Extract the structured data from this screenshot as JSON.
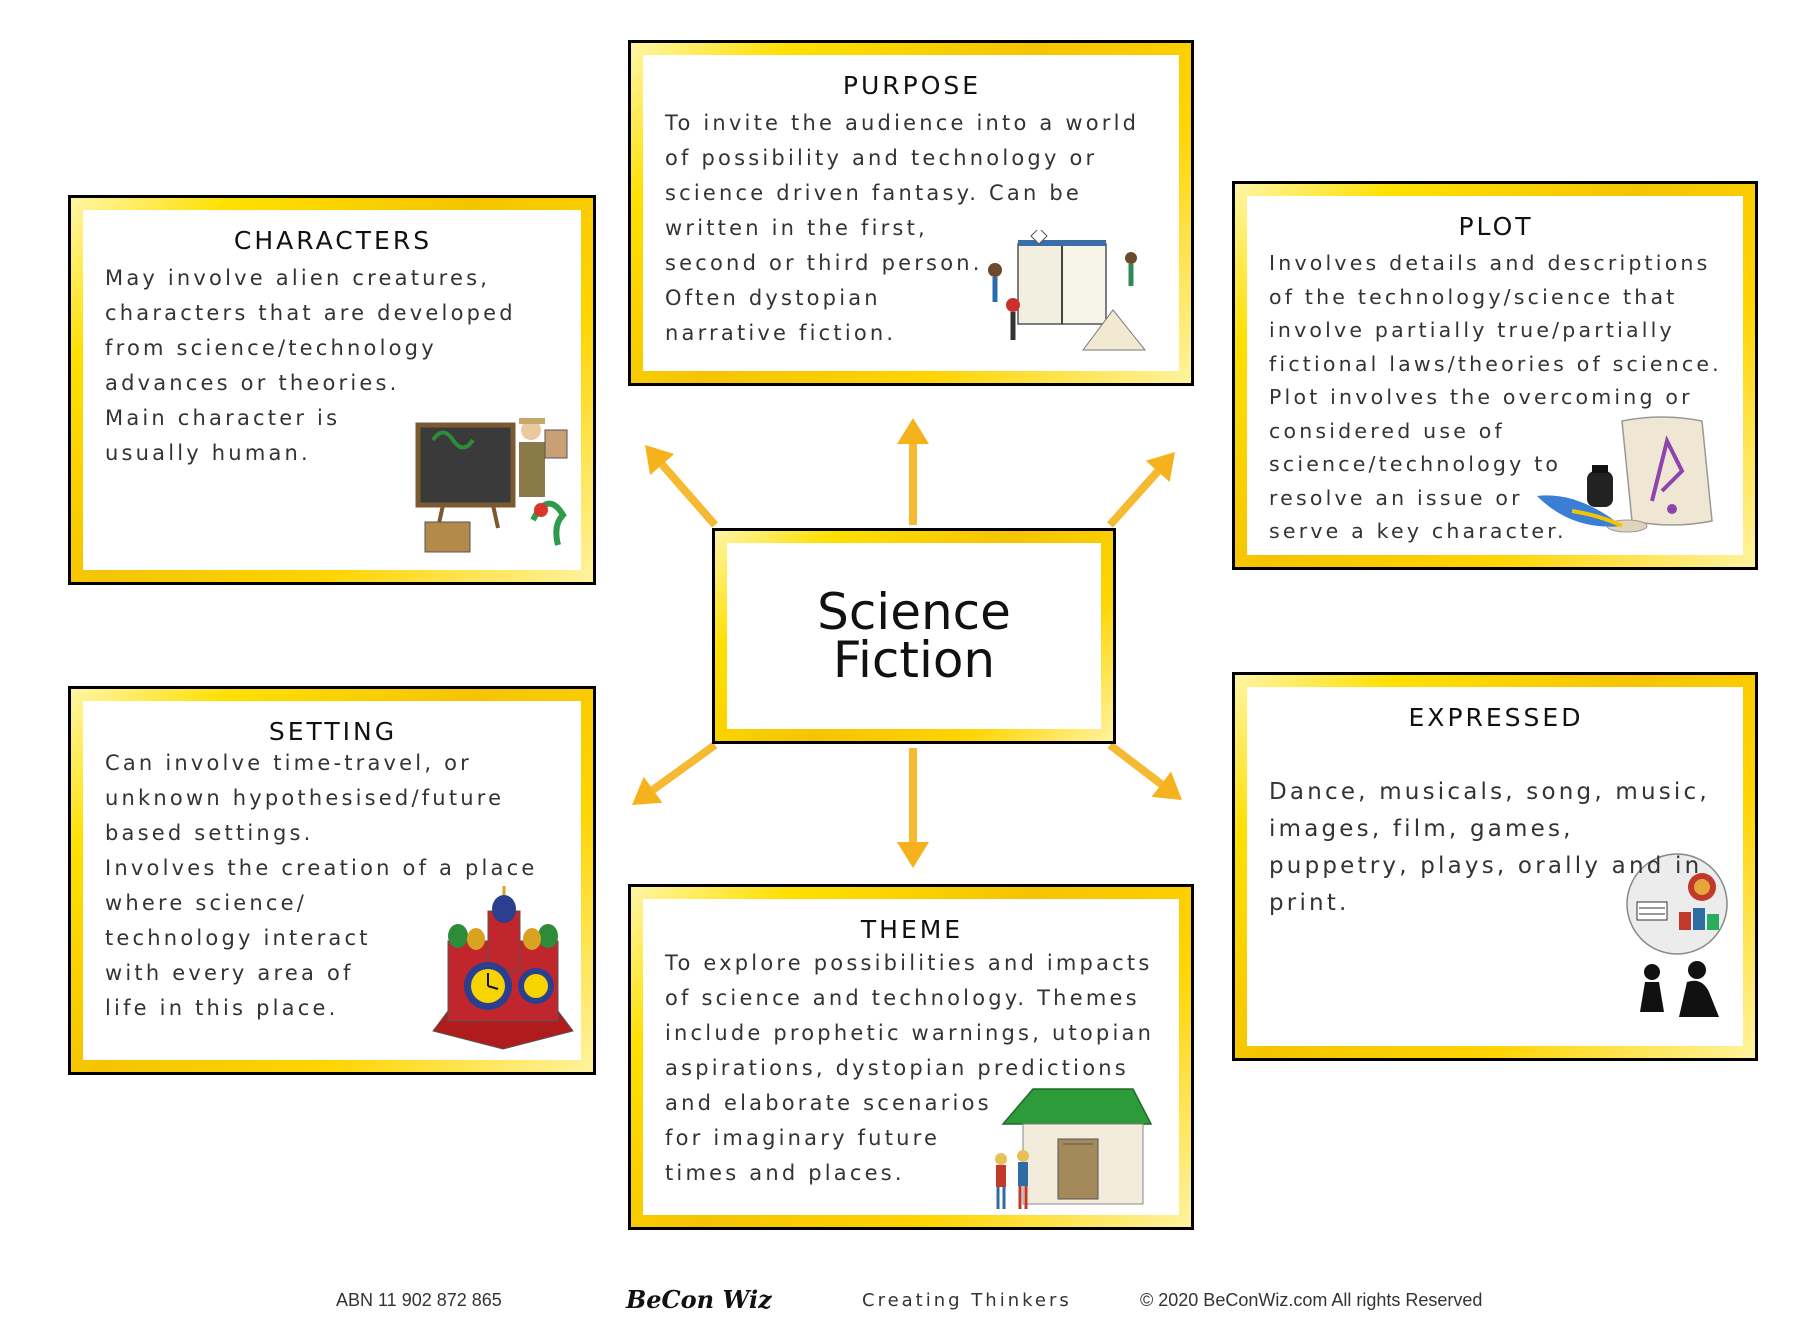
{
  "center": {
    "title": "Science\nFiction"
  },
  "cards": {
    "purpose": {
      "title": "PURPOSE",
      "body": "To invite the audience into a world\nof possibility and technology or\nscience driven fantasy. Can be\nwritten in the first,\nsecond or third person.\nOften dystopian\nnarrative fiction."
    },
    "characters": {
      "title": "CHARACTERS",
      "body": "May involve alien creatures,\ncharacters that are developed\nfrom science/technology\nadvances or theories.\nMain character is\nusually human."
    },
    "plot": {
      "title": "PLOT",
      "body": "Involves details and descriptions\nof the technology/science that\ninvolve partially true/partially\nfictional laws/theories of science.\nPlot involves the overcoming or\nconsidered use of\nscience/technology to\nresolve an issue or\nserve a key character."
    },
    "setting": {
      "title": "SETTING",
      "body": "Can involve time-travel, or\nunknown hypothesised/future\nbased settings.\nInvolves the creation of a place\nwhere science/\ntechnology interact\nwith every area of\nlife in this place."
    },
    "expressed": {
      "title": "EXPRESSED",
      "body": "Dance, musicals, song, music,\nimages, film, games,\npuppetry, plays, orally and in\nprint."
    },
    "theme": {
      "title": "THEME",
      "body": "To explore possibilities and impacts\nof science and technology. Themes\ninclude prophetic warnings, utopian\naspirations, dystopian predictions\nand elaborate scenarios\nfor imaginary future\ntimes and places."
    }
  },
  "illustrations": {
    "purpose": "kids-with-book-illustration",
    "characters": "explorer-blackboard-illustration",
    "plot": "scroll-quill-ink-illustration",
    "setting": "castle-clock-illustration",
    "expressed": "performing-arts-illustration",
    "theme": "kids-at-green-house-illustration"
  },
  "colors": {
    "arrow": "#f5b21c",
    "frame": "#ffd400",
    "border": "#000000"
  },
  "footer": {
    "abn": "ABN 11 902 872 865",
    "brand": "BeCon Wiz",
    "tagline": "Creating Thinkers",
    "copyright": "© 2020 BeConWiz.com All rights Reserved"
  }
}
